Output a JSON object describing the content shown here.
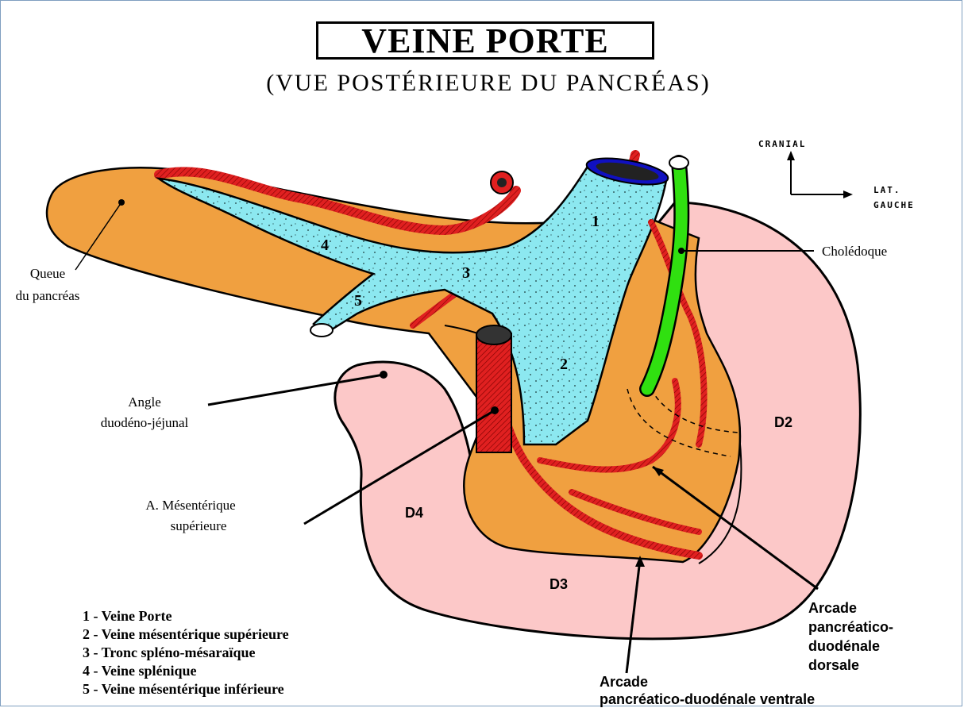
{
  "title": "VEINE PORTE",
  "subtitle": "(VUE POSTÉRIEURE DU PANCRÉAS)",
  "orientation": {
    "up": "CRANIAL",
    "right_line1": "LAT.",
    "right_line2": "GAUCHE"
  },
  "labels": {
    "queue_line1": "Queue",
    "queue_line2": "du pancréas",
    "angle_line1": "Angle",
    "angle_line2": "duodéno-jéjunal",
    "ams_line1": "A. Mésentérique",
    "ams_line2": "supérieure",
    "choledoque": "Cholédoque",
    "d2": "D2",
    "d3": "D3",
    "d4": "D4",
    "arc_dorsale_1": "Arcade",
    "arc_dorsale_2": "pancréatico-",
    "arc_dorsale_3": "duodénale",
    "arc_dorsale_4": "dorsale",
    "arc_ventrale_1": "Arcade",
    "arc_ventrale_2": "pancréatico-duodénale ventrale"
  },
  "numbers": [
    "1",
    "2",
    "3",
    "4",
    "5"
  ],
  "legend": [
    "1 - Veine Porte",
    "2 - Veine mésentérique supérieure",
    "3 - Tronc spléno-mésaraïque",
    "4 - Veine splénique",
    "5 - Veine mésentérique inférieure"
  ],
  "colors": {
    "pancreas": "#f0a040",
    "duodenum": "#fcc8c8",
    "vein": "#8ce8f0",
    "artery": "#e02020",
    "bile_duct": "#30e010",
    "frame": "#7f9fc0"
  }
}
